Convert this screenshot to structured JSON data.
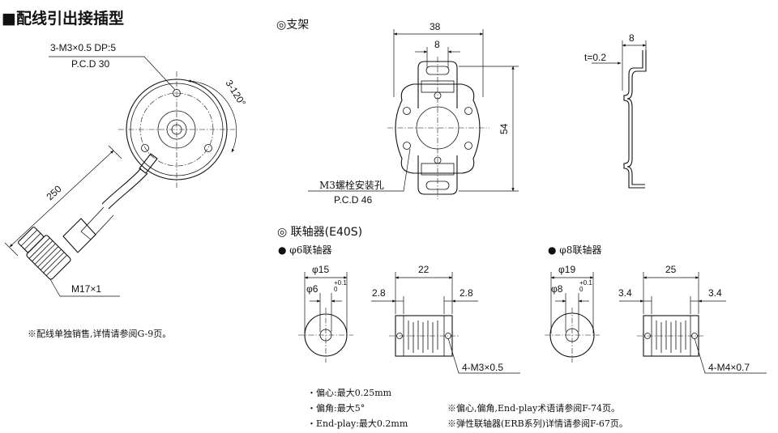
{
  "title": "■配线引出接插型",
  "wiring": {
    "screw_label": "3-M3×0.5 DP:5",
    "pcd_label": "P.C.D 30",
    "angle_label": "3-120°",
    "length_label": "250",
    "thread_label": "M17×1",
    "note": "※配线单独销售,详情请参阅G-9页。"
  },
  "bracket": {
    "heading": "◎支架",
    "width_label": "38",
    "slot_label": "8",
    "height_label": "54",
    "hole_label": "M3螺栓安装孔",
    "pcd_label": "P.C.D 46",
    "thickness_label": "t=0.2",
    "side_label": "8"
  },
  "coupling": {
    "heading": "◎ 联轴器(E40S)",
    "phi6": {
      "heading": "● φ6联轴器",
      "outer_label": "φ15",
      "bore_label": "φ6",
      "tol_upper": "+0.1",
      "tol_lower": "0",
      "length_label": "22",
      "left_label": "2.8",
      "right_label": "2.8",
      "screw_label": "4-M3×0.5"
    },
    "phi8": {
      "heading": "● φ8联轴器",
      "outer_label": "φ19",
      "bore_label": "φ8",
      "tol_upper": "+0.1",
      "tol_lower": "0",
      "length_label": "25",
      "left_label": "3.4",
      "right_label": "3.4",
      "screw_label": "4-M4×0.7"
    },
    "specs": [
      "・偏心:最大0.25mm",
      "・偏角:最大5°",
      "・End-play:最大0.2mm"
    ],
    "notes": [
      "※偏心,偏角,End-play术语请参阅F-74页。",
      "※弹性联轴器(ERB系列)详情请参阅F-67页。"
    ]
  }
}
